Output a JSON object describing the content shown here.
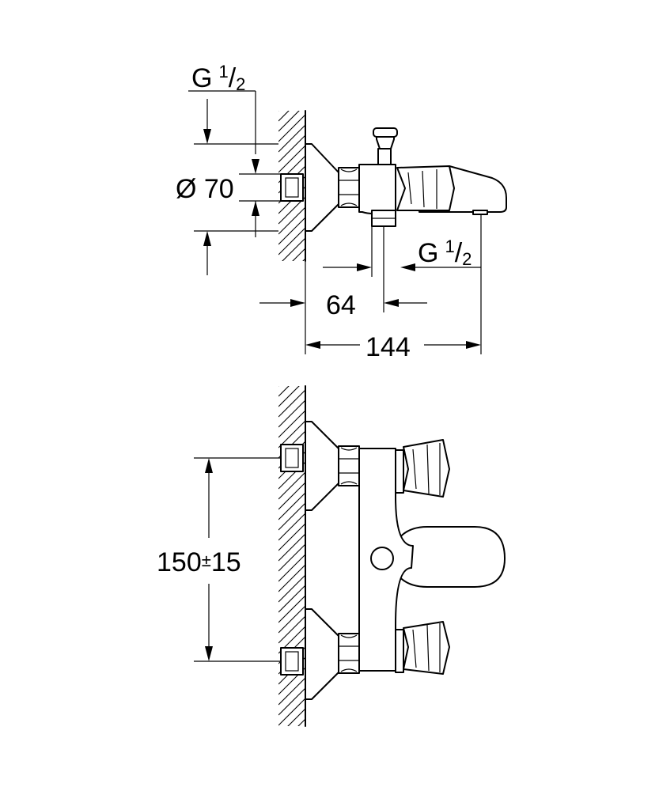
{
  "top_view": {
    "inlet_thread": {
      "prefix": "G",
      "num": "1",
      "den": "2"
    },
    "rosette_diameter": "Ø 70",
    "outlet_offset": "64",
    "projection": "144",
    "outlet_thread": {
      "prefix": "G",
      "num": "1",
      "den": "2"
    }
  },
  "front_view": {
    "center_distance": {
      "value": "150",
      "sign": "±",
      "tolerance": "15"
    }
  },
  "colors": {
    "line": "#000000",
    "background": "#ffffff"
  }
}
